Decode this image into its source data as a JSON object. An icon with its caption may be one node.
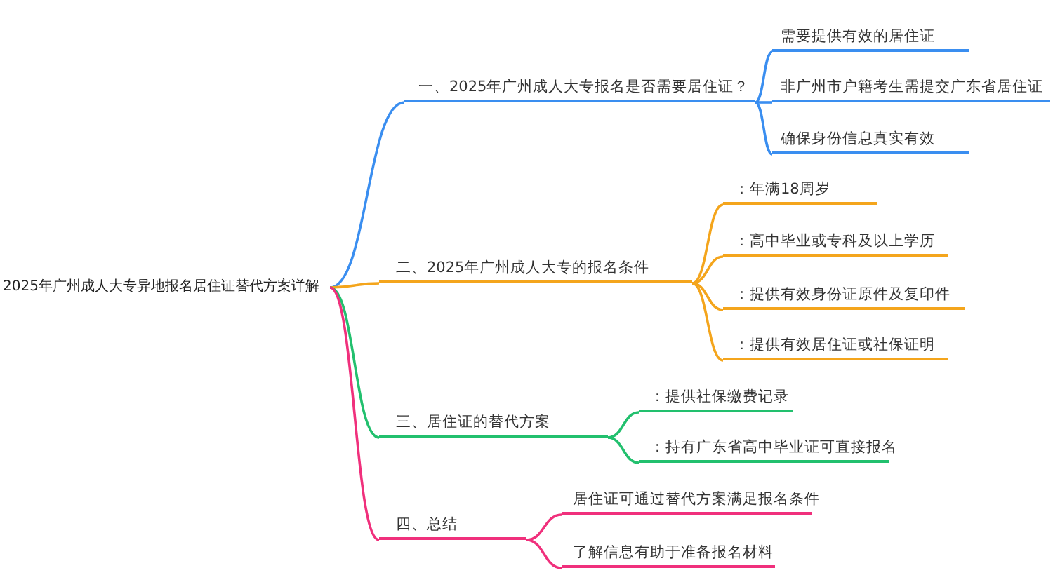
{
  "diagram": {
    "nodes": [
      {
        "text": [
          "2025年广州成人大专异地报名居住证替代方案详解"
        ]
      },
      {
        "text": [
          "一、2025年广州成人大专报名是否需要居住证？"
        ]
      },
      {
        "text": [
          "需要提供有效的居住证"
        ]
      },
      {
        "text": [
          "非广州市户籍考生需提交广东省居住证"
        ]
      },
      {
        "text": [
          "确保身份信息真实有效"
        ]
      },
      {
        "text": [
          "二、2025年广州成人大专的报名条件"
        ]
      },
      {
        "text": [
          "：年满18周岁"
        ]
      },
      {
        "text": [
          "：高中毕业或专科及以上学历"
        ]
      },
      {
        "text": [
          "：提供有效身份证原件及复印件"
        ]
      },
      {
        "text": [
          "：提供有效居住证或社保证明"
        ]
      },
      {
        "text": [
          "三、居住证的替代方案"
        ]
      },
      {
        "text": [
          "：提供社保缴费记录"
        ]
      },
      {
        "text": [
          "：持有广东省高中毕业证可直接报名"
        ]
      },
      {
        "text": [
          "四、总结"
        ]
      },
      {
        "text": [
          "居住证可通过替代方案满足报名条件"
        ]
      },
      {
        "text": [
          "了解信息有助于准备报名材料"
        ]
      }
    ],
    "edges": [
      {
        "from": 0,
        "to": 1,
        "arrow": "none",
        "color": "#3a8ef0"
      },
      {
        "from": 0,
        "to": 5,
        "arrow": "none",
        "color": "#f4a51c"
      },
      {
        "from": 0,
        "to": 10,
        "arrow": "none",
        "color": "#22c06e"
      },
      {
        "from": 0,
        "to": 13,
        "arrow": "none",
        "color": "#f0307c"
      },
      {
        "from": 1,
        "to": 2,
        "arrow": "none",
        "color": "#3a8ef0"
      },
      {
        "from": 1,
        "to": 3,
        "arrow": "none",
        "color": "#3a8ef0"
      },
      {
        "from": 1,
        "to": 4,
        "arrow": "none",
        "color": "#3a8ef0"
      },
      {
        "from": 5,
        "to": 6,
        "arrow": "none",
        "color": "#f4a51c"
      },
      {
        "from": 5,
        "to": 7,
        "arrow": "none",
        "color": "#f4a51c"
      },
      {
        "from": 5,
        "to": 8,
        "arrow": "none",
        "color": "#f4a51c"
      },
      {
        "from": 5,
        "to": 9,
        "arrow": "none",
        "color": "#f4a51c"
      },
      {
        "from": 10,
        "to": 11,
        "arrow": "none",
        "color": "#22c06e"
      },
      {
        "from": 10,
        "to": 12,
        "arrow": "none",
        "color": "#22c06e"
      },
      {
        "from": 13,
        "to": 14,
        "arrow": "none",
        "color": "#f0307c"
      },
      {
        "from": 13,
        "to": 15,
        "arrow": "none",
        "color": "#f0307c"
      }
    ]
  }
}
